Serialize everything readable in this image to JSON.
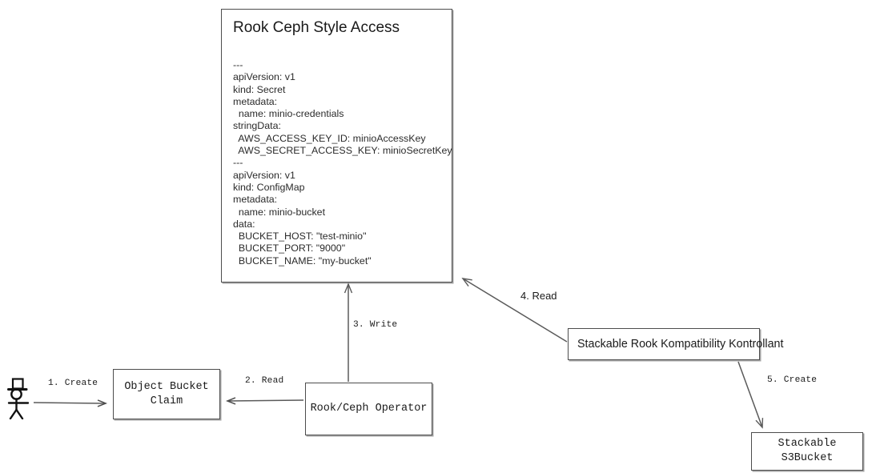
{
  "diagram": {
    "type": "flow-diagram",
    "title": "Rook Ceph Style Access flow",
    "background_color": "#ffffff",
    "stroke_color": "#4d4d4d",
    "text_color": "#1a1a1a"
  },
  "yaml_card": {
    "title": "Rook Ceph Style Access",
    "body": "---\napiVersion: v1\nkind: Secret\nmetadata:\n  name: minio-credentials\nstringData:\n  AWS_ACCESS_KEY_ID: minioAccessKey\n  AWS_SECRET_ACCESS_KEY: minioSecretKey\n---\napiVersion: v1\nkind: ConfigMap\nmetadata:\n  name: minio-bucket\ndata:\n  BUCKET_HOST: \"test-minio\"\n  BUCKET_PORT: \"9000\"\n  BUCKET_NAME: \"my-bucket\""
  },
  "nodes": {
    "actor": {
      "label": "",
      "icon": "stick-figure-with-top-hat"
    },
    "object_bucket_claim": {
      "label": "Object Bucket\nClaim"
    },
    "operator": {
      "label": "Rook/Ceph Operator"
    },
    "kompatibility_kontrollant": {
      "label": "Stackable Rook Kompatibility Kontrollant"
    },
    "s3_bucket": {
      "label": "Stackable S3Bucket"
    }
  },
  "edges": [
    {
      "id": "e1",
      "label": "1. Create",
      "from": "actor",
      "to": "object_bucket_claim"
    },
    {
      "id": "e2",
      "label": "2. Read",
      "from": "operator",
      "to": "object_bucket_claim"
    },
    {
      "id": "e3",
      "label": "3. Write",
      "from": "operator",
      "to": "yaml_card"
    },
    {
      "id": "e4",
      "label": "4. Read",
      "from": "kompatibility_kontrollant",
      "to": "yaml_card"
    },
    {
      "id": "e5",
      "label": "5. Create",
      "from": "kompatibility_kontrollant",
      "to": "s3_bucket"
    }
  ]
}
